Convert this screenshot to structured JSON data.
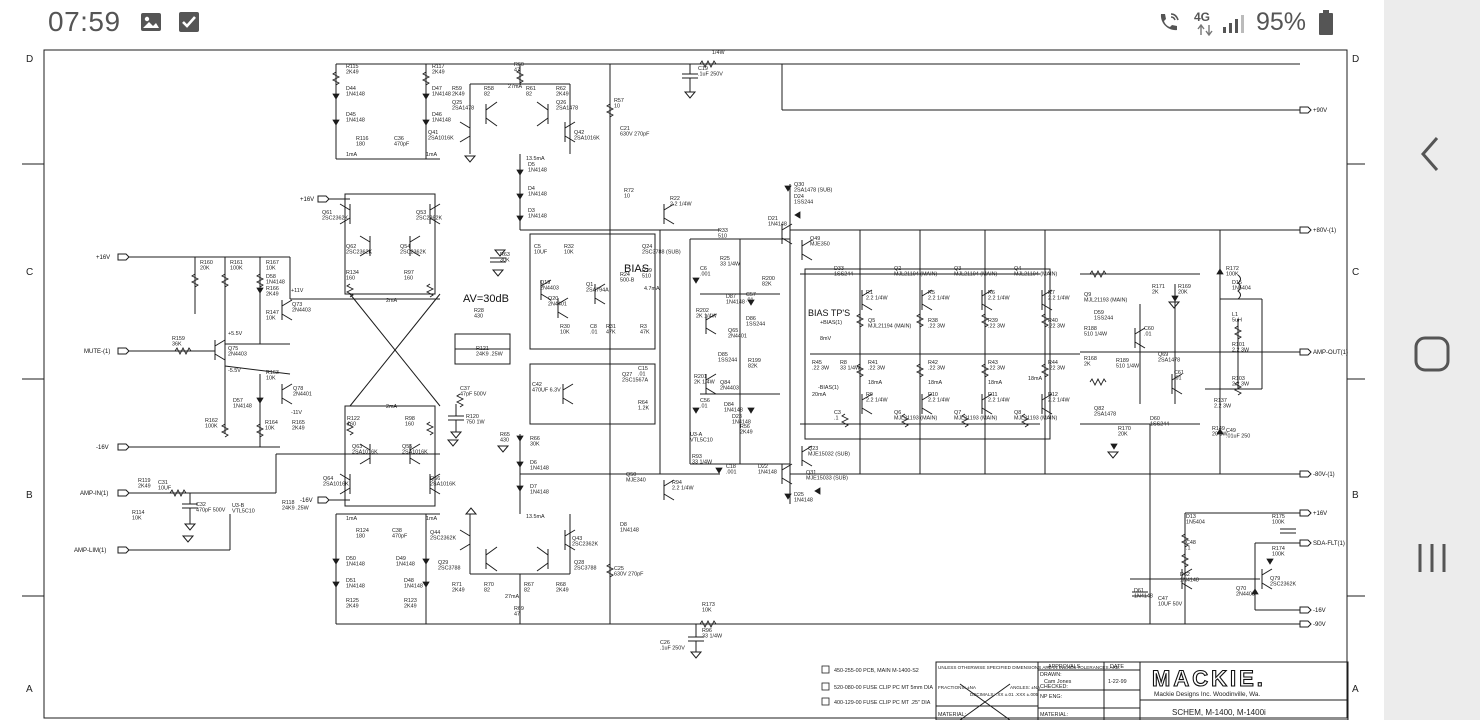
{
  "status_bar": {
    "time": "07:59",
    "network": "4G",
    "battery": "95%"
  },
  "schematic": {
    "zones": [
      "D",
      "C",
      "B",
      "A"
    ],
    "rails": {
      "pos90": "+90V",
      "pos80": "+80V-(1)",
      "neg80": "-80V-(1)",
      "neg90": "-90V",
      "pos16_top": "+16V",
      "neg16_top": "-16V",
      "pos16_left": "+16V",
      "neg16_left": "-16V",
      "neg16_b": "-16V",
      "pos16_sda": "+16V",
      "neg16_sda": "-16V",
      "sda_flt": "SDA-FLT(1)"
    },
    "ports": {
      "mute": "MUTE-(1)",
      "amp_in": "AMP-IN(1)",
      "amp_lim": "AMP-LIM(1)",
      "amp_out": "AMP-OUT(1)"
    },
    "notes": {
      "av": "AV=30dB",
      "bias": "BIAS",
      "bias_tp": "BIAS TP'S",
      "bias1_pos": "+BIAS(1)",
      "bias1_neg": "-BIAS(1)",
      "i_27a": "27mA",
      "i_135a": "13.5mA",
      "i_135b": "13.5mA",
      "i_27b": "27mA",
      "i_2ma_a": "2mA",
      "i_2ma_b": "2mA",
      "i_1ma_a": "1mA",
      "i_1ma_b": "1mA",
      "i_1ma_c": "1mA",
      "i_1ma_d": "1mA",
      "i_47ma": "4.7mA",
      "i_8mv": "8mV",
      "i_20ma": "20mA",
      "i_18ma_a": "18mA",
      "i_18ma_b": "18mA",
      "i_18ma_c": "18mA",
      "i_18ma_d": "18mA",
      "v_55": "+5.5V",
      "v_m55": "-5.5V",
      "v_11": "+11V",
      "v_m11": "-11V",
      "quarter_w_top": "1/4W"
    },
    "components": [
      {
        "t": "R115",
        "v": "2K49"
      },
      {
        "t": "R117",
        "v": "2K49"
      },
      {
        "t": "R60",
        "v": "47"
      },
      {
        "t": "R59",
        "v": "2K49"
      },
      {
        "t": "R58",
        "v": "82"
      },
      {
        "t": "R61",
        "v": "82"
      },
      {
        "t": "R62",
        "v": "2K49"
      },
      {
        "t": "D44",
        "v": "1N4148"
      },
      {
        "t": "D47",
        "v": "1N4148"
      },
      {
        "t": "D45",
        "v": "1N4148"
      },
      {
        "t": "D46",
        "v": "1N4148"
      },
      {
        "t": "Q25",
        "v": "2SA1478"
      },
      {
        "t": "Q26",
        "v": "2SA1478"
      },
      {
        "t": "Q41",
        "v": "2SA1016K"
      },
      {
        "t": "Q42",
        "v": "2SA1016K"
      },
      {
        "t": "R116",
        "v": "180"
      },
      {
        "t": "C36",
        "v": "470pF"
      },
      {
        "t": "R57",
        "v": "10"
      },
      {
        "t": "C19",
        "v": ".1uF 250V"
      },
      {
        "t": "C21",
        "v": "630V 270pF"
      },
      {
        "t": "D5",
        "v": "1N4148"
      },
      {
        "t": "D4",
        "v": "1N4148"
      },
      {
        "t": "D3",
        "v": "1N4148"
      },
      {
        "t": "Q61",
        "v": "2SC2362K"
      },
      {
        "t": "Q53",
        "v": "2SC2362K"
      },
      {
        "t": "Q62",
        "v": "2SC2362K"
      },
      {
        "t": "Q54",
        "v": "2SC2362K"
      },
      {
        "t": "R134",
        "v": "160"
      },
      {
        "t": "R97",
        "v": "160"
      },
      {
        "t": "R160",
        "v": "20K"
      },
      {
        "t": "R161",
        "v": "100K"
      },
      {
        "t": "R167",
        "v": "10K"
      },
      {
        "t": "R166",
        "v": "2K49"
      },
      {
        "t": "D58",
        "v": "1N4148"
      },
      {
        "t": "Q73",
        "v": "2N4403"
      },
      {
        "t": "R147",
        "v": "10K"
      },
      {
        "t": "R159",
        "v": "36K"
      },
      {
        "t": "Q75",
        "v": "2N4403"
      },
      {
        "t": "R163",
        "v": "10K"
      },
      {
        "t": "Q78",
        "v": "2N4401"
      },
      {
        "t": "D57",
        "v": "1N4148"
      },
      {
        "t": "R162",
        "v": "100K"
      },
      {
        "t": "R164",
        "v": "10K"
      },
      {
        "t": "R165",
        "v": "2K49"
      },
      {
        "t": "R122",
        "v": "160"
      },
      {
        "t": "R98",
        "v": "160"
      },
      {
        "t": "Q63",
        "v": "2SA1016K"
      },
      {
        "t": "Q55",
        "v": "2SA1016K"
      },
      {
        "t": "Q64",
        "v": "2SA1016K"
      },
      {
        "t": "Q56",
        "v": "2SA1016K"
      },
      {
        "t": "R119",
        "v": "2K49"
      },
      {
        "t": "C31",
        "v": "10UF"
      },
      {
        "t": "R114",
        "v": "10K"
      },
      {
        "t": "C32",
        "v": "470pF 500V"
      },
      {
        "t": "U3-B",
        "v": "VTL5C10"
      },
      {
        "t": "R118",
        "v": "24K9 .25W"
      },
      {
        "t": "R124",
        "v": "180"
      },
      {
        "t": "C38",
        "v": "470pF"
      },
      {
        "t": "D50",
        "v": "1N4148"
      },
      {
        "t": "D49",
        "v": "1N4148"
      },
      {
        "t": "D51",
        "v": "1N4148"
      },
      {
        "t": "D48",
        "v": "1N4148"
      },
      {
        "t": "R125",
        "v": "2K49"
      },
      {
        "t": "R123",
        "v": "2K49"
      },
      {
        "t": "Q44",
        "v": "2SC2362K"
      },
      {
        "t": "Q43",
        "v": "2SC2362K"
      },
      {
        "t": "Q29",
        "v": "2SC3788"
      },
      {
        "t": "Q28",
        "v": "2SC3788"
      },
      {
        "t": "R71",
        "v": "2K49"
      },
      {
        "t": "R70",
        "v": "82"
      },
      {
        "t": "R67",
        "v": "82"
      },
      {
        "t": "R68",
        "v": "2K49"
      },
      {
        "t": "R69",
        "v": "47"
      },
      {
        "t": "C5",
        "v": "10UF"
      },
      {
        "t": "R32",
        "v": "10K"
      },
      {
        "t": "R63",
        "v": "30K"
      },
      {
        "t": "Q19",
        "v": "2N4403"
      },
      {
        "t": "Q20",
        "v": "2N4401"
      },
      {
        "t": "Q1",
        "v": "2SA794A"
      },
      {
        "t": "R24",
        "v": "500-B"
      },
      {
        "t": "R30",
        "v": "10K"
      },
      {
        "t": "C8",
        "v": ".01"
      },
      {
        "t": "R31",
        "v": "47K"
      },
      {
        "t": "R3",
        "v": "47K"
      },
      {
        "t": "R28",
        "v": "430"
      },
      {
        "t": "R121",
        "v": "24K9 .25W"
      },
      {
        "t": "C37",
        "v": "47pF 500V"
      },
      {
        "t": "R120",
        "v": "750 1W"
      },
      {
        "t": "C42",
        "v": "470UF 6.3V"
      },
      {
        "t": "Q27",
        "v": "2SC1567A"
      },
      {
        "t": "C15",
        "v": ".01"
      },
      {
        "t": "R64",
        "v": "1.2K"
      },
      {
        "t": "R65",
        "v": "430"
      },
      {
        "t": "R66",
        "v": "30K"
      },
      {
        "t": "D6",
        "v": "1N4148"
      },
      {
        "t": "D7",
        "v": "1N4148"
      },
      {
        "t": "D8",
        "v": "1N4148"
      },
      {
        "t": "C25",
        "v": "630V 270pF"
      },
      {
        "t": "R72",
        "v": "10"
      },
      {
        "t": "R22",
        "v": "2.2 1/4W"
      },
      {
        "t": "Q24",
        "v": "2SC3788 (SUB)"
      },
      {
        "t": "R29",
        "v": "510"
      },
      {
        "t": "R33",
        "v": "510"
      },
      {
        "t": "R25",
        "v": "33 1/4W"
      },
      {
        "t": "C6",
        "v": ".001"
      },
      {
        "t": "D87",
        "v": "1N4148"
      },
      {
        "t": "C57",
        "v": ".01"
      },
      {
        "t": "R200",
        "v": "82K"
      },
      {
        "t": "D86",
        "v": "1SS244"
      },
      {
        "t": "R202",
        "v": "2K 1/4W"
      },
      {
        "t": "Q65",
        "v": "2N4401"
      },
      {
        "t": "D85",
        "v": "1SS244"
      },
      {
        "t": "R199",
        "v": "82K"
      },
      {
        "t": "R201",
        "v": "2K 1/4W"
      },
      {
        "t": "Q84",
        "v": "2N4403"
      },
      {
        "t": "C56",
        "v": ".01"
      },
      {
        "t": "D84",
        "v": "1N4148"
      },
      {
        "t": "D23",
        "v": "1N4148"
      },
      {
        "t": "R56",
        "v": "2K49"
      },
      {
        "t": "U3-A",
        "v": "VTL5C10"
      },
      {
        "t": "R93",
        "v": "33 1/4W"
      },
      {
        "t": "C18",
        "v": ".001"
      },
      {
        "t": "D22",
        "v": "1N4148"
      },
      {
        "t": "Q50",
        "v": "MJE340"
      },
      {
        "t": "R94",
        "v": "2.2 1/4W"
      },
      {
        "t": "Q30",
        "v": "2SA1478 (SUB)"
      },
      {
        "t": "D24",
        "v": "1SS244"
      },
      {
        "t": "D21",
        "v": "1N4148"
      },
      {
        "t": "Q49",
        "v": "MJE350"
      },
      {
        "t": "Q23",
        "v": "MJE15032 (SUB)"
      },
      {
        "t": "Q31",
        "v": "MJE15033 (SUB)"
      },
      {
        "t": "D25",
        "v": "1N4148"
      },
      {
        "t": "D33",
        "v": "1SS244"
      },
      {
        "t": "R1",
        "v": "2.2 1/4W"
      },
      {
        "t": "Q2",
        "v": "MJL21194 (MAIN)"
      },
      {
        "t": "R5",
        "v": "2.2 1/4W"
      },
      {
        "t": "Q3",
        "v": "MJL21194 (MAIN)"
      },
      {
        "t": "R6",
        "v": "2.2 1/4W"
      },
      {
        "t": "Q4",
        "v": "MJL21194 (MAIN)"
      },
      {
        "t": "R7",
        "v": "2.2 1/4W"
      },
      {
        "t": "Q5",
        "v": "MJL21194 (MAIN)"
      },
      {
        "t": "R38",
        "v": ".22 3W"
      },
      {
        "t": "R39",
        "v": ".22 3W"
      },
      {
        "t": "R40",
        "v": ".22 3W"
      },
      {
        "t": "R41",
        "v": ".22 3W"
      },
      {
        "t": "R42",
        "v": ".22 3W"
      },
      {
        "t": "R43",
        "v": ".22 3W"
      },
      {
        "t": "R44",
        "v": ".22 3W"
      },
      {
        "t": "R45",
        "v": ".22 3W"
      },
      {
        "t": "R8",
        "v": "33 1/4W"
      },
      {
        "t": "C3",
        "v": ".1"
      },
      {
        "t": "R9",
        "v": "2.2 1/4W"
      },
      {
        "t": "Q6",
        "v": "MJL21193 (MAIN)"
      },
      {
        "t": "R10",
        "v": "2.2 1/4W"
      },
      {
        "t": "Q7",
        "v": "MJL21193 (MAIN)"
      },
      {
        "t": "R11",
        "v": "2.2 1/4W"
      },
      {
        "t": "Q8",
        "v": "MJL21193 (MAIN)"
      },
      {
        "t": "R12",
        "v": "2.2 1/4W"
      },
      {
        "t": "Q9",
        "v": "MJL21193 (MAIN)"
      },
      {
        "t": "R188",
        "v": "510 1/4W"
      },
      {
        "t": "R168",
        "v": "2K"
      },
      {
        "t": "R189",
        "v": "510 1/4W"
      },
      {
        "t": "R171",
        "v": "2K"
      },
      {
        "t": "R169",
        "v": "20K"
      },
      {
        "t": "D59",
        "v": "1SS244"
      },
      {
        "t": "C60",
        "v": ".01"
      },
      {
        "t": "Q69",
        "v": "2SA1478"
      },
      {
        "t": "C61",
        "v": ".01"
      },
      {
        "t": "Q82",
        "v": "2SA1478"
      },
      {
        "t": "R170",
        "v": "20K"
      },
      {
        "t": "D60",
        "v": "1SS244"
      },
      {
        "t": "R172",
        "v": "100K"
      },
      {
        "t": "D15",
        "v": "1N5404"
      },
      {
        "t": "L1",
        "v": "5uH"
      },
      {
        "t": "R101",
        "v": "2.2 3W"
      },
      {
        "t": "R103",
        "v": "2.2 3W"
      },
      {
        "t": "R137",
        "v": "2.2 3W"
      },
      {
        "t": "R149",
        "v": "20 3W"
      },
      {
        "t": "C49",
        "v": ".01uF 250"
      },
      {
        "t": "D13",
        "v": "1N5404"
      },
      {
        "t": "R175",
        "v": "100K"
      },
      {
        "t": "C48",
        "v": ".1"
      },
      {
        "t": "R174",
        "v": "100K"
      },
      {
        "t": "D62",
        "v": "1N4148"
      },
      {
        "t": "Q79",
        "v": "2SC2362K"
      },
      {
        "t": "Q70",
        "v": "2N4403"
      },
      {
        "t": "D61",
        "v": "1N4148"
      },
      {
        "t": "C47",
        "v": "10UF 50V"
      },
      {
        "t": "R173",
        "v": "10K"
      },
      {
        "t": "R96",
        "v": "33 1/4W"
      },
      {
        "t": "C26",
        "v": ".1uF 250V"
      }
    ],
    "parts_list": [
      "450-255-00 PCB, MAIN M-1400-S2",
      "520-080-00 FUSE CLIP PC MT 5mm DIA",
      "400-129-00 FUSE CLIP PC MT .25\" DIA"
    ],
    "title_block": {
      "tolerance_note": "UNLESS OTHERWISE SPECIFIED DIMENSIONS ARE IN INCHES TOLERANCES ARE:",
      "fractions": "FRACTIONS: ±NA",
      "decimals": "DECIMALS: .XX ±.01  .XXX ±.005",
      "angles": "ANGLES: ±NA",
      "material": "MATERIAL:",
      "approvals": "APPROVALS",
      "date": "DATE",
      "drawn": "DRAWN:",
      "drawn_by": "Cam Jones",
      "drawn_date": "1-22-99",
      "checked": "CHECKED:",
      "np_eng": "NP ENG:",
      "material2": "MATERIAL:",
      "company_logo": "MACKIE.",
      "company": "Mackie Designs Inc.  Woodinville, Wa.",
      "title": "SCHEM, M-1400, M-1400i"
    }
  }
}
